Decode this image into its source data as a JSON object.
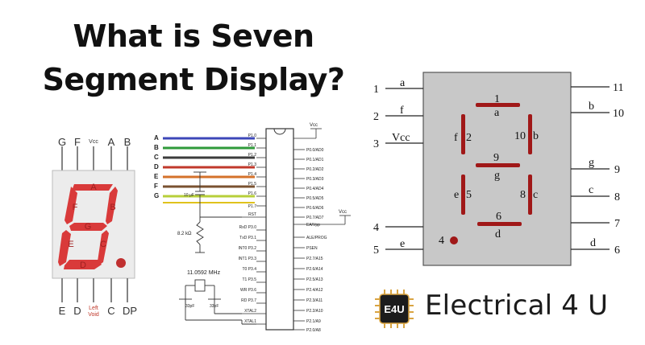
{
  "title": {
    "line1": "What is Seven",
    "line2": "Segment Display?"
  },
  "left_display": {
    "top_pins": [
      "G",
      "F",
      "Vcc",
      "A",
      "B"
    ],
    "bottom_pins": [
      "E",
      "D",
      "C",
      "DP"
    ],
    "left_void": [
      "Left",
      "Void"
    ],
    "segment_letters": [
      "A",
      "B",
      "C",
      "D",
      "E",
      "F",
      "G"
    ]
  },
  "mcu": {
    "inputs": [
      "A",
      "B",
      "C",
      "D",
      "E",
      "F",
      "G"
    ],
    "wire_colors": [
      "#3d47b8",
      "#2f9a3a",
      "#3c3c3c",
      "#c0392b",
      "#d4722b",
      "#7a5230",
      "#b7cf3a",
      "#e0c21c"
    ],
    "left_pins": [
      "P1.0",
      "P1.1",
      "P1.2",
      "P1.3",
      "P1.4",
      "P1.5",
      "P1.6",
      "P1.7",
      "RST",
      "RxD P3.0",
      "TxD P3.1",
      "INT0 P3.2",
      "INT1 P3.3",
      "T0 P3.4",
      "T1 P3.5",
      "WR P3.6",
      "RD P3.7",
      "XTAL2",
      "XTAL1"
    ],
    "right_pins": [
      "P0.0/AD0",
      "P0.1/AD1",
      "P0.2/AD2",
      "P0.3/AD3",
      "P0.4/AD4",
      "P0.5/AD5",
      "P0.6/AD6",
      "P0.7/AD7",
      "EA/Vpp",
      "ALE/PROG",
      "PSEN",
      "P2.7/A15",
      "P2.6/A14",
      "P2.5/A13",
      "P2.4/A12",
      "P2.3/A11",
      "P2.2/A10",
      "P2.1/A9",
      "P2.0/A8"
    ],
    "vcc": "Vcc",
    "resistor": "8.2 kΩ",
    "cap": "10 μF",
    "crystal": "11.0592 MHz",
    "crystal_caps": [
      "33pF",
      "33pF"
    ]
  },
  "pinout": {
    "left_pins": [
      {
        "num": "1",
        "label": "a"
      },
      {
        "num": "2",
        "label": "f"
      },
      {
        "num": "3",
        "label": "Vcc"
      },
      {
        "num": "4",
        "label": ""
      },
      {
        "num": "5",
        "label": "e"
      }
    ],
    "right_pins": [
      {
        "num": "11",
        "label": ""
      },
      {
        "num": "10",
        "label": "b"
      },
      {
        "num": "9",
        "label": "g"
      },
      {
        "num": "8",
        "label": "c"
      },
      {
        "num": "7",
        "label": ""
      },
      {
        "num": "6",
        "label": "d"
      }
    ],
    "segments": [
      {
        "name": "a",
        "num": "1"
      },
      {
        "name": "b",
        "num": "10"
      },
      {
        "name": "c",
        "num": "8"
      },
      {
        "name": "d",
        "num": "6"
      },
      {
        "name": "e",
        "num": "5"
      },
      {
        "name": "f",
        "num": "2"
      },
      {
        "name": "g",
        "num": "9"
      }
    ],
    "dp_num": "4"
  },
  "brand": {
    "logo_text": "E4U",
    "name": "Electrical 4 U"
  },
  "colors": {
    "segment_red": "#d93a3a",
    "segment_dark": "#a01818",
    "pinout_bg": "#c8c8c8",
    "logo_bg": "#1c1c1c",
    "logo_gold": "#d9a441"
  }
}
